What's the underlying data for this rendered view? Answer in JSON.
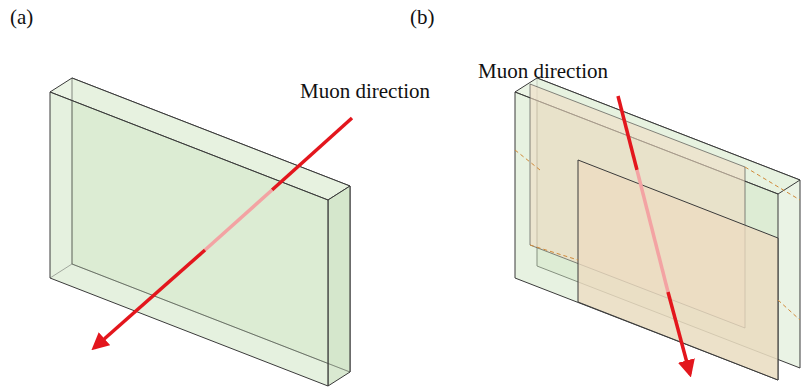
{
  "diagram": {
    "labels": [
      "(a)",
      "Muon direction",
      "(b)",
      "Muon direction"
    ]
  }
}
